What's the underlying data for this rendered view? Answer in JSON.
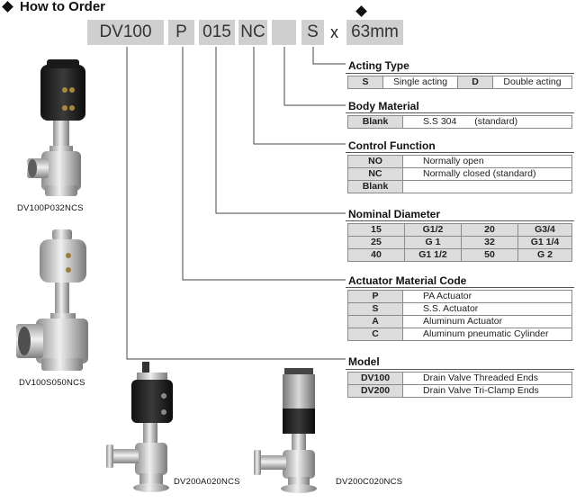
{
  "header": {
    "title": "How to Order"
  },
  "code": {
    "model": "DV100",
    "actuator": "P",
    "diameter": "015",
    "function": "NC",
    "body": "",
    "acting": "S",
    "times": "x",
    "size": "63mm"
  },
  "sections": {
    "acting_type": {
      "title": "Acting Type",
      "rows": [
        {
          "k1": "S",
          "v1": "Single acting",
          "k2": "D",
          "v2": "Double acting"
        }
      ]
    },
    "body_material": {
      "title": "Body Material",
      "rows": [
        {
          "k": "Blank",
          "v": "S.S 304",
          "note": "(standard)"
        }
      ]
    },
    "control_function": {
      "title": "Control Function",
      "rows": [
        {
          "k": "NO",
          "v": "Normally open"
        },
        {
          "k": "NC",
          "v": "Normally closed (standard)"
        },
        {
          "k": "Blank",
          "v": ""
        }
      ]
    },
    "nominal_diameter": {
      "title": "Nominal Diameter",
      "rows": [
        {
          "c1": "15",
          "c2": "G1/2",
          "c3": "20",
          "c4": "G3/4"
        },
        {
          "c1": "25",
          "c2": "G 1",
          "c3": "32",
          "c4": "G1 1/4"
        },
        {
          "c1": "40",
          "c2": "G1 1/2",
          "c3": "50",
          "c4": "G 2"
        }
      ]
    },
    "actuator_material": {
      "title": "Actuator Material Code",
      "rows": [
        {
          "k": "P",
          "v": "PA Actuator"
        },
        {
          "k": "S",
          "v": "S.S. Actuator"
        },
        {
          "k": "A",
          "v": "Aluminum Actuator"
        },
        {
          "k": "C",
          "v": "Aluminum pneumatic Cylinder"
        }
      ]
    },
    "model": {
      "title": "Model",
      "rows": [
        {
          "k": "DV100",
          "v": "Drain Valve Threaded Ends"
        },
        {
          "k": "DV200",
          "v": "Drain Valve Tri-Clamp Ends"
        }
      ]
    }
  },
  "products": [
    {
      "label": "DV100P032NCS"
    },
    {
      "label": "DV100S050NCS"
    },
    {
      "label": "DV200A020NCS"
    },
    {
      "label": "DV200C020NCS"
    }
  ]
}
